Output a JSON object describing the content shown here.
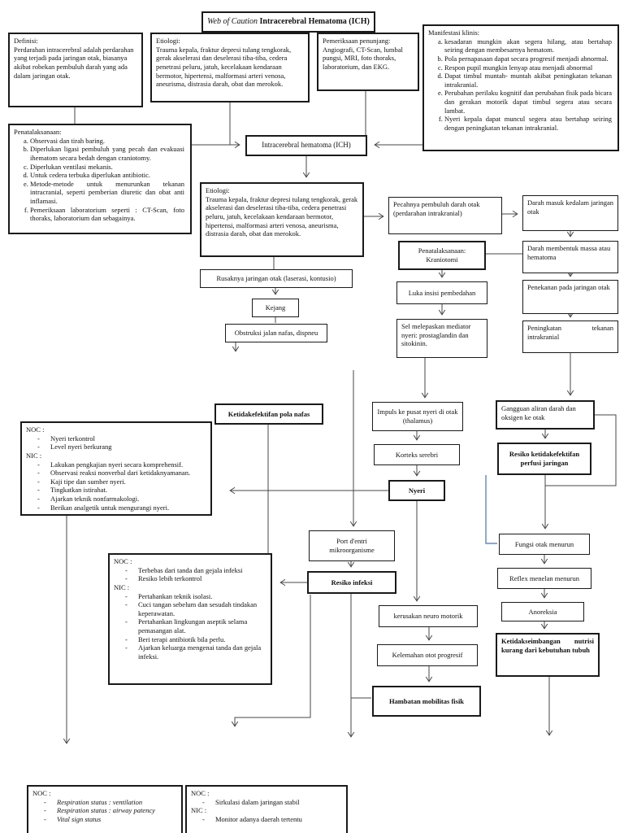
{
  "page": {
    "title_prefix": "Web of Caution ",
    "title_main": "Intracerebral Hematoma (ICH)"
  },
  "info": {
    "definisi": {
      "heading": "Definisi:",
      "body": "Perdarahan intracerebral adalah perdarahan yang terjadi pada jaringan otak, biasanya akibat robekan pembuluh darah yang ada dalam jaringan otak."
    },
    "etiologi": {
      "heading": "Etiologi:",
      "body": "Trauma kepala, fraktur depresi tulang tengkorak, gerak akselerasi dan deselerasi tiba-tiba, cedera penetrasi peluru, jatuh, kecelakaan kendaraan bermotor, hipertensi, malformasi arteri venosa, aneurisma, distrasia darah, obat dan merokok."
    },
    "pemeriksaan": {
      "heading": "Pemeriksaan penunjang:",
      "body": "Angiografi, CT-Scan, lumbal pungsi, MRI, foto thoraks, laboratorium, dan EKG."
    },
    "manifestasi": {
      "heading": "Manifestasi klinis:",
      "items": [
        "kesadaran mungkin akan segera hilang, atau bertahap seiring dengan membesarnya hematom.",
        "Pola pernapasaan dapat secara progresif menjadi abnormal.",
        "Respon pupil mungkin lenyap atau menjadi abnormal",
        "Dapat timbul muntah- muntah akibat peningkatan tekanan intrakranial.",
        "Perubahan perilaku kognitif dan perubahan fisik pada bicara dan gerakan motorik dapat timbul segera atau secara lambat.",
        "Nyeri kepala dapat muncul segera atau bertahap seiring dengan peningkatan tekanan intrakranial."
      ]
    },
    "penatalaksanaan": {
      "heading": "Penatalaksanaan:",
      "items": [
        "Observasi dan tirah baring.",
        "Diperlukan ligasi pembuluh yang pecah dan evakuasi ihematom secara bedah dengan craniotomy.",
        "Diperlukan ventilasi mekanis.",
        "Untuk cedera terbuka diperlukan antibiotic.",
        "Metode-metode untuk menurunkan tekanan intracranial, seperti pemberian diuretic dan obat anti inflamasi.",
        "Pemeriksaan laboratorium seperti : CT-Scan, foto thoraks, laboratorium dan sebagainya."
      ]
    }
  },
  "flow": {
    "ich": "Intracerebral hematoma (ICH)",
    "etiologi_heading": "Etiologi:",
    "etiologi_body": "Trauma kepala, fraktur depresi tulang tengkorak, gerak akselerasi dan deselerasi tiba-tiba, cedera penetrasi peluru, jatuh, kecelakaan kendaraan bermotor, hipertensi, malformasi arteri venosa, aneurisma, distrasia darah, obat dan merokok.",
    "pecahnya": "Pecahnya pembuluh darah otak (perdarahan intrakranial)",
    "darah_masuk": "Darah masuk kedalam jaringan otak",
    "kraniotomi_line1": "Penatalaksanaan:",
    "kraniotomi_line2": "Kraniotomi",
    "darah_massa": "Darah membentuk massa atau hematoma",
    "luka": "Luka insisi pembedahan",
    "penekanan": "Penekanan pada jaringan otak",
    "sel": "Sel melepaskan mediator nyeri: prostaglandin dan sitokinin.",
    "peningkatan": "Peningkatan tekanan intrakranial",
    "rusaknya": "Rusaknya jaringan otak (laserasi, kontusio)",
    "kejang": "Kejang",
    "obstruksi": "Obstruksi jalan nafas, dispneu",
    "pola_nafas": "Ketidakefektifan pola nafas",
    "impuls": "Impuls ke pusat nyeri di otak (thalamus)",
    "gangguan": "Gangguan aliran darah dan oksigen ke otak",
    "korteks": "Korteks serebri",
    "perfusi": "Resiko ketidakefektifan perfusi jaringan",
    "nyeri": "Nyeri",
    "port": "Port d'entri mikroorganisme",
    "resiko_infeksi": "Resiko infeksi",
    "fungsi": "Fungsi otak menurun",
    "reflex": "Reflex menelan menurun",
    "anoreksia": "Anoreksia",
    "nutrisi": "Ketidakseimbangan nutrisi kurang dari kebutuhan tubuh",
    "kerusakan": "kerusakan neuro motorik",
    "kelemahan": "Kelemahan otot progresif",
    "hambatan": "Hambatan mobilitas fisik"
  },
  "care_plans": {
    "nyeri": {
      "noc_label": "NOC :",
      "noc_items": [
        "Nyeri terkontrol",
        "Level nyeri berkurang"
      ],
      "nic_label": "NIC :",
      "nic_items": [
        "Lakukan pengkajian nyeri secara komprehensif.",
        "Observasi reaksi nonverbal dari ketidaknyamanan.",
        "Kaji tipe dan sumber nyeri.",
        "Tingkatkan istirahat.",
        "Ajarkan teknik nonfarmakologi.",
        "Berikan analgetik untuk mengurangi nyeri."
      ]
    },
    "infeksi": {
      "noc_label": "NOC :",
      "noc_items": [
        "Terbebas dari tanda dan gejala infeksi",
        "Resiko lebih terkontrol"
      ],
      "nic_label": "NIC :",
      "nic_items": [
        "Pertahankan teknik isolasi.",
        "Cuci tangan sebelum dan sesudah tindakan keperawatan.",
        "Pertahankan lingkungan aseptik selama pemasangan alat.",
        "Beri terapi antibiotik bila perlu.",
        "Ajarkan keluarga mengenai tanda dan gejala infeksi."
      ]
    },
    "respirasi": {
      "noc_label": "NOC :",
      "noc_items": [
        "Respiration status : ventilation",
        "Respiration status : airway patency",
        "Vital sign status"
      ]
    },
    "sirkulasi": {
      "noc_label": "NOC :",
      "noc_items": [
        "Sirkulasi dalam jaringan stabil"
      ],
      "nic_label": "NIC :",
      "nic_items": [
        "Monitor adanya daerah tertentu"
      ]
    }
  },
  "colors": {
    "line": "#474747",
    "accent_blue": "#4472c4"
  }
}
